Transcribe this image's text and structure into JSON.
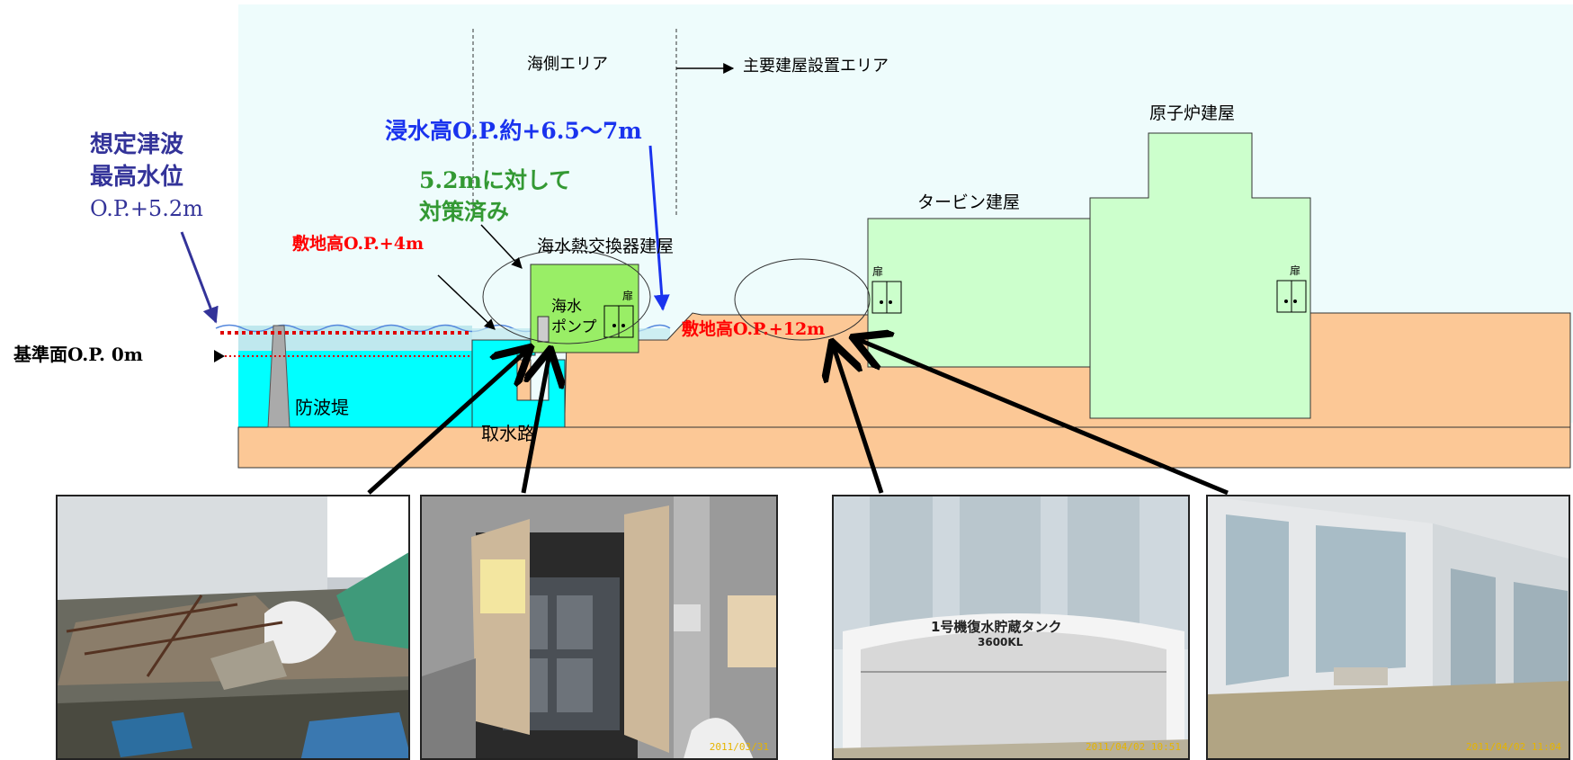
{
  "labels": {
    "sea_area": "海側エリア",
    "main_building_area": "主要建屋設置エリア",
    "reactor_building": "原子炉建屋",
    "turbine_building": "タービン建屋",
    "heat_exchanger_building": "海水熱交換器建屋",
    "seawater_pump_line1": "海水",
    "seawater_pump_line2": "ポンプ",
    "door_left": "扉",
    "door_right": "扉",
    "breakwater": "防波堤",
    "intake_channel": "取水路",
    "reference_plane": "基準面O.P. 0m",
    "flood_height": "浸水高O.P.約+6.5〜7m",
    "measures_line1": "5.2mに対して",
    "measures_line2": "対策済み",
    "tsunami_line1": "想定津波",
    "tsunami_line2": "最高水位",
    "tsunami_line3": "O.P.+5.2m",
    "site_height_low": "敷地高O.P.+4m",
    "site_height_high": "敷地高O.P.+12m"
  },
  "photos": {
    "photo3_tank_sign": "1号機復水貯蔵タンク",
    "photo3_tank_capacity": "3600KL",
    "photo2_stamp": "2011/03/31",
    "photo3_stamp": "2011/04/02  10:51",
    "photo4_stamp": "2011/04/02  11:04"
  },
  "colors": {
    "sky": "#eefcfc",
    "ground": "#fcc896",
    "sea": "#00ffff",
    "building": "#ccffcc",
    "pump_building": "#99ee66",
    "annotation_blue": "#333399",
    "flood_blue": "#1a33ee",
    "measures_green": "#339933",
    "site_red": "#ff0000"
  }
}
